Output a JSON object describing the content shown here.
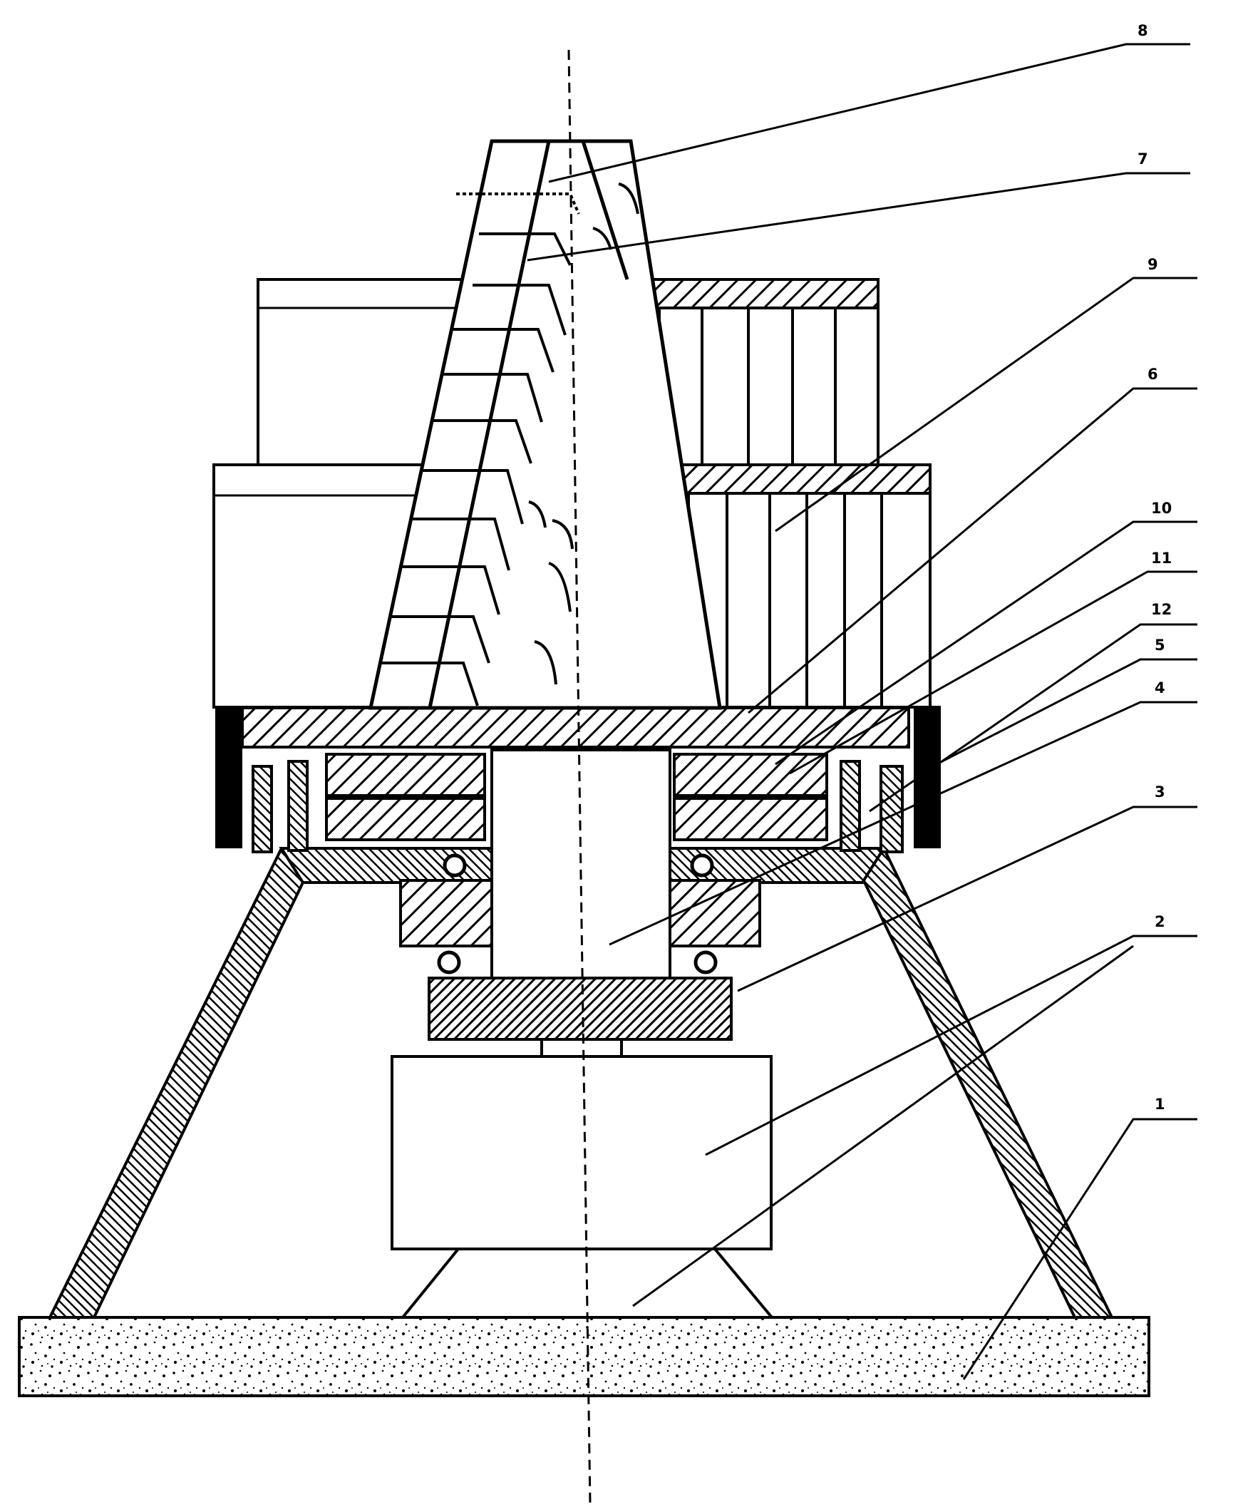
{
  "figure": {
    "type": "mechanical cross-section drawing",
    "line_color": "#000000",
    "background_color": "#ffffff"
  },
  "callouts": [
    {
      "id": "8",
      "text": "8"
    },
    {
      "id": "7",
      "text": "7"
    },
    {
      "id": "9",
      "text": "9"
    },
    {
      "id": "6",
      "text": "6"
    },
    {
      "id": "10",
      "text": "10"
    },
    {
      "id": "11",
      "text": "11"
    },
    {
      "id": "12",
      "text": "12"
    },
    {
      "id": "5",
      "text": "5"
    },
    {
      "id": "4",
      "text": "4"
    },
    {
      "id": "3",
      "text": "3"
    },
    {
      "id": "2",
      "text": "2"
    },
    {
      "id": "1",
      "text": "1"
    }
  ]
}
